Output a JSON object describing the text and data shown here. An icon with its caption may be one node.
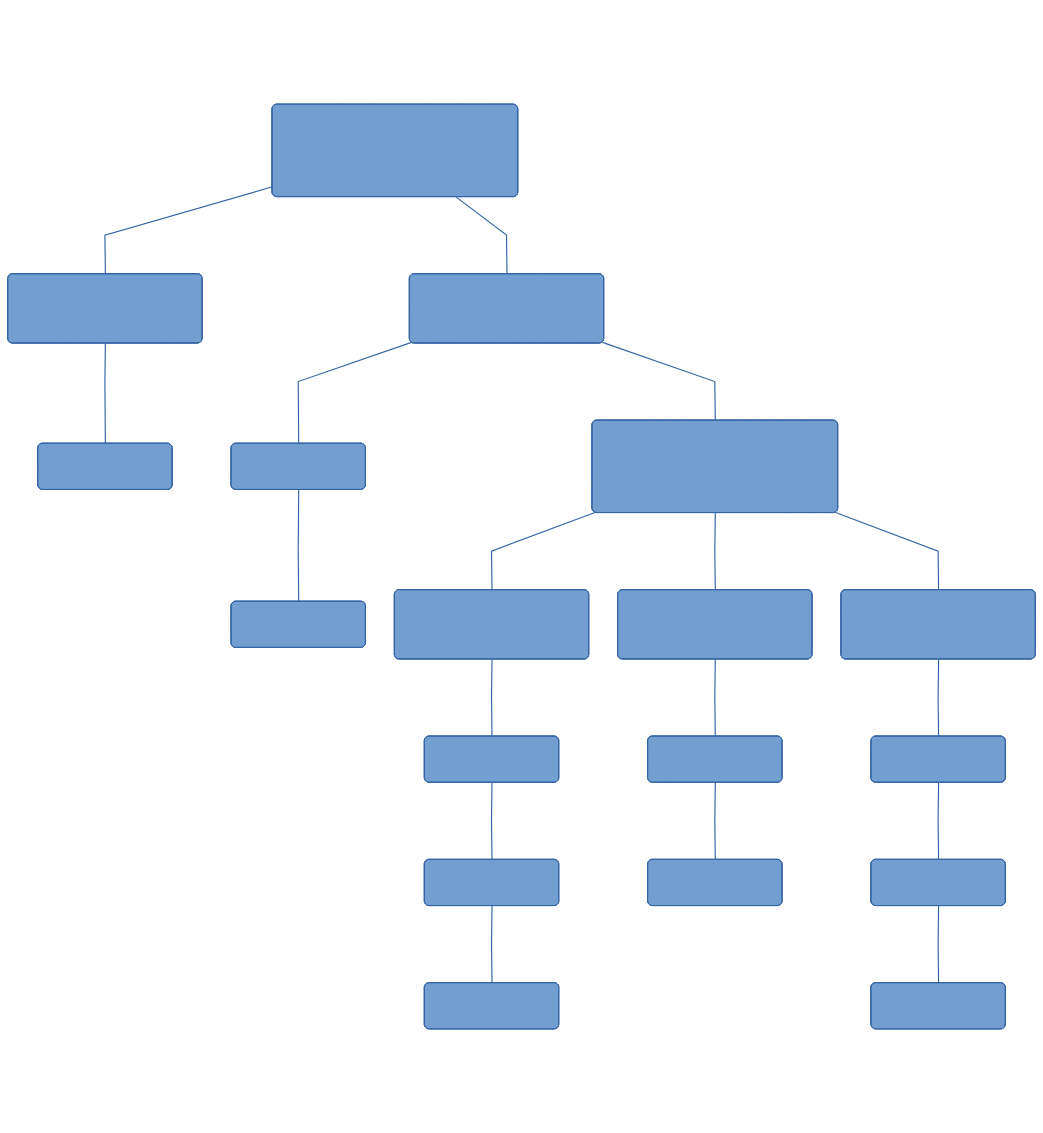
{
  "diagram": {
    "nodes": [
      {
        "text": [],
        "shape": "box"
      },
      {
        "text": [],
        "shape": "box"
      },
      {
        "text": [],
        "shape": "box"
      },
      {
        "text": [],
        "shape": "box"
      },
      {
        "text": [],
        "shape": "box"
      },
      {
        "text": [],
        "shape": "box"
      },
      {
        "text": [],
        "shape": "box"
      },
      {
        "text": [],
        "shape": "box"
      },
      {
        "text": [],
        "shape": "box"
      },
      {
        "text": [],
        "shape": "box"
      },
      {
        "text": [],
        "shape": "box"
      },
      {
        "text": [],
        "shape": "box"
      },
      {
        "text": [],
        "shape": "box"
      },
      {
        "text": [],
        "shape": "box"
      },
      {
        "text": [],
        "shape": "box"
      },
      {
        "text": [],
        "shape": "box"
      },
      {
        "text": [],
        "shape": "box"
      },
      {
        "text": [],
        "shape": "box"
      }
    ],
    "edges": [
      {
        "from": 0,
        "to": 1,
        "arrow": "none"
      },
      {
        "from": 0,
        "to": 2,
        "arrow": "none"
      },
      {
        "from": 1,
        "to": 3,
        "arrow": "none"
      },
      {
        "from": 2,
        "to": 4,
        "arrow": "none"
      },
      {
        "from": 2,
        "to": 5,
        "arrow": "none"
      },
      {
        "from": 4,
        "to": 6,
        "arrow": "none"
      },
      {
        "from": 5,
        "to": 7,
        "arrow": "none"
      },
      {
        "from": 5,
        "to": 8,
        "arrow": "none"
      },
      {
        "from": 5,
        "to": 9,
        "arrow": "none"
      },
      {
        "from": 7,
        "to": 10,
        "arrow": "none"
      },
      {
        "from": 10,
        "to": 13,
        "arrow": "none"
      },
      {
        "from": 13,
        "to": 16,
        "arrow": "none"
      },
      {
        "from": 8,
        "to": 11,
        "arrow": "none"
      },
      {
        "from": 11,
        "to": 14,
        "arrow": "none"
      },
      {
        "from": 9,
        "to": 12,
        "arrow": "none"
      },
      {
        "from": 12,
        "to": 15,
        "arrow": "none"
      },
      {
        "from": 15,
        "to": 17,
        "arrow": "none"
      }
    ]
  }
}
